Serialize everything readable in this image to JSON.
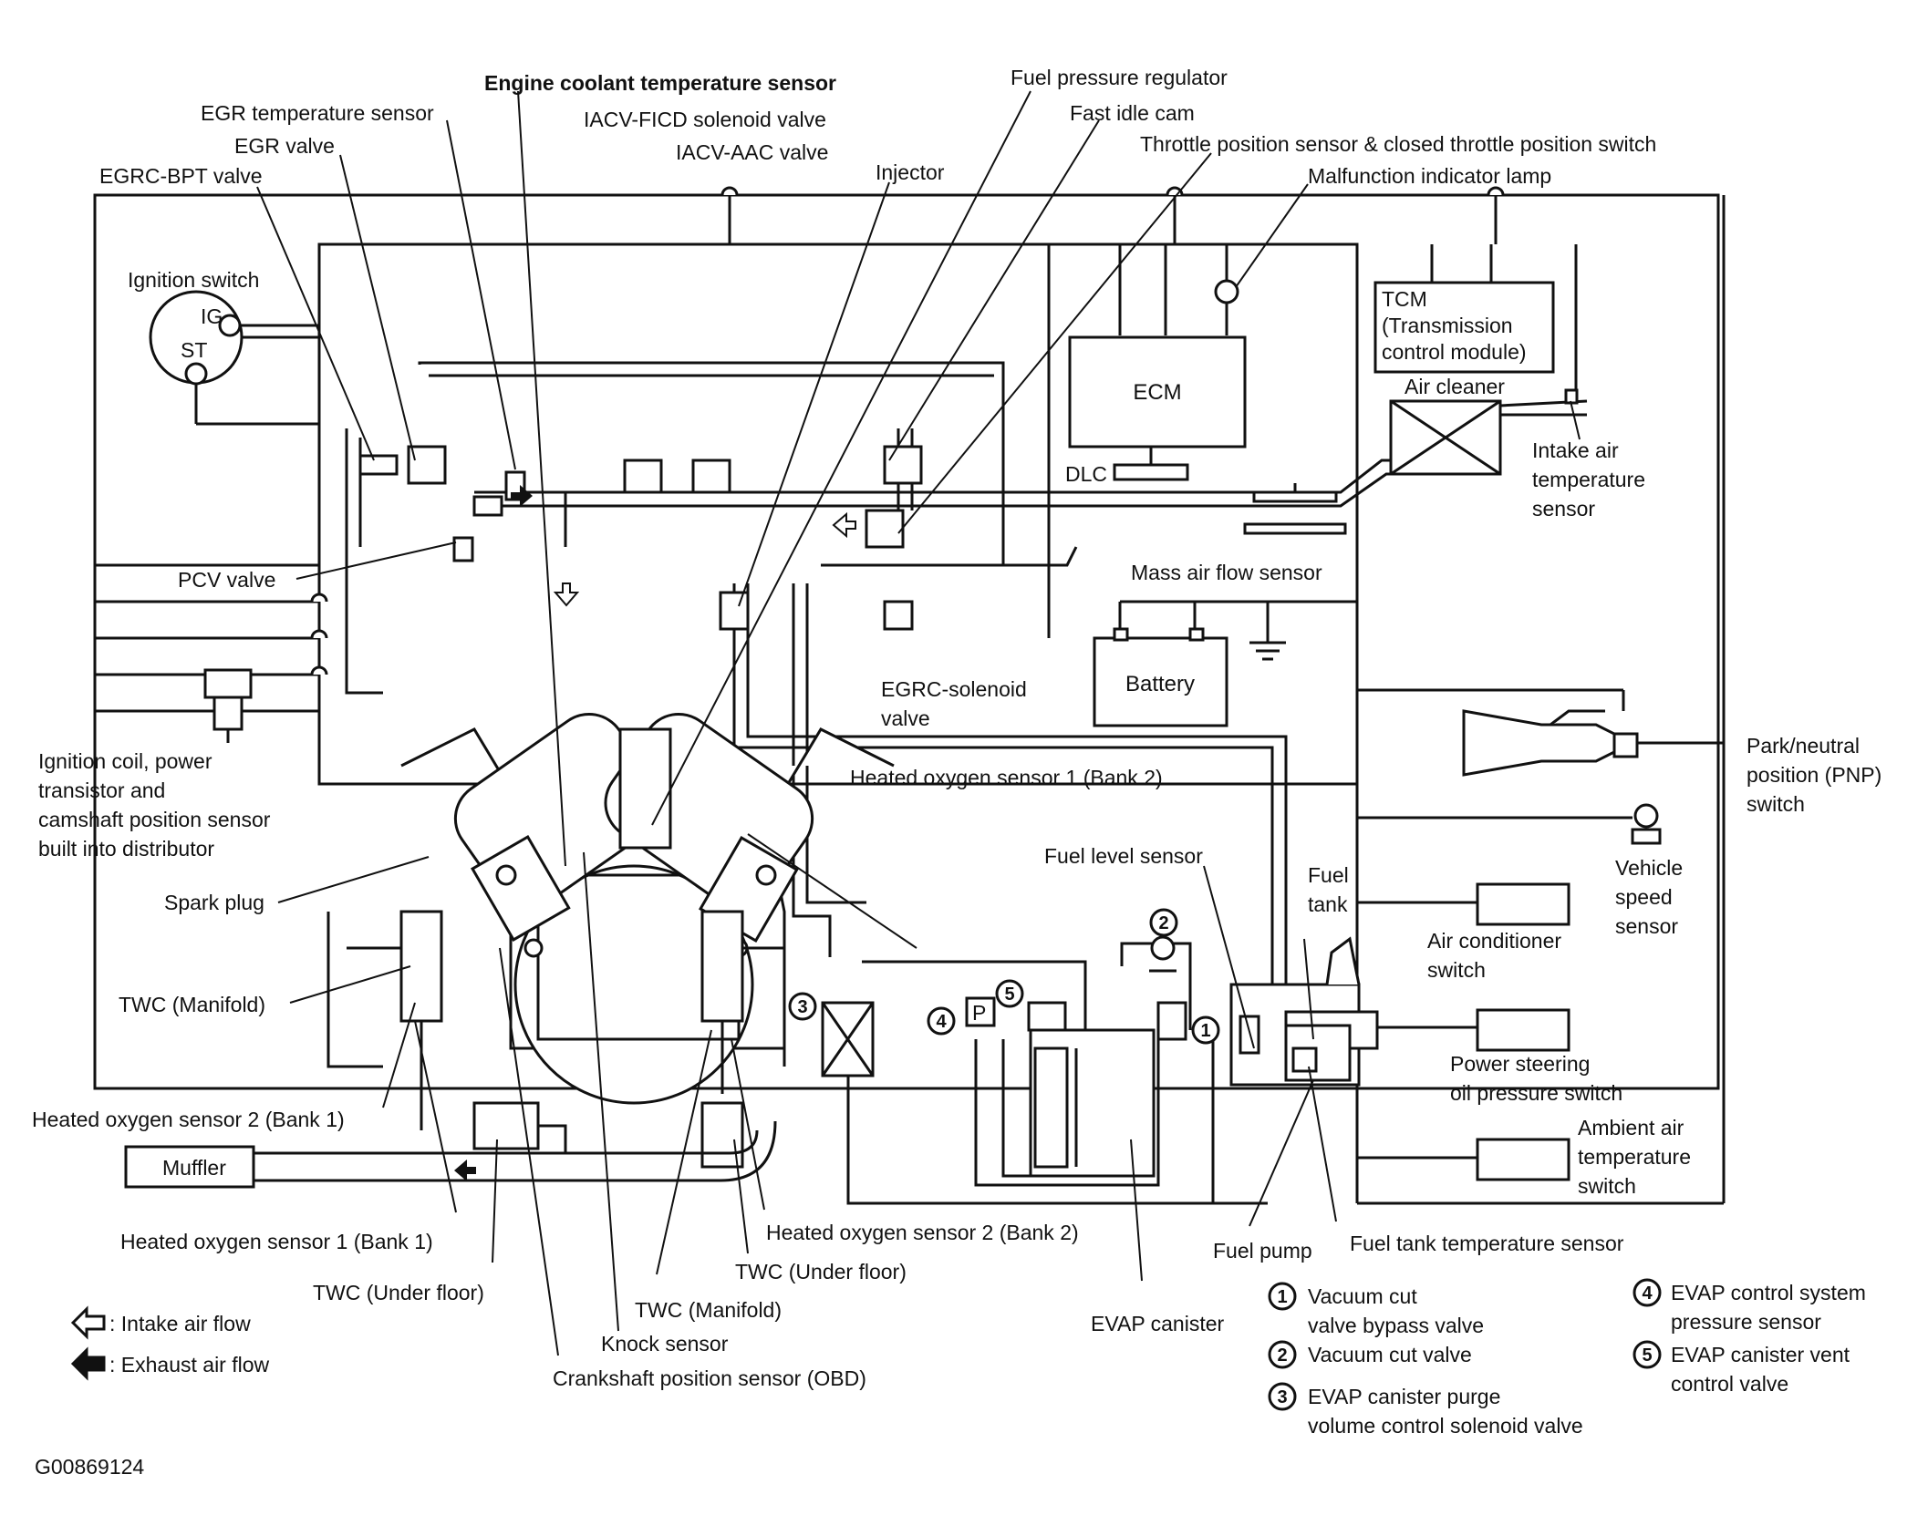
{
  "labels": {
    "engine_coolant_temperature_sensor": "Engine coolant temperature sensor",
    "fuel_pressure_regulator": "Fuel pressure regulator",
    "egr_temperature_sensor": "EGR temperature sensor",
    "iacv_ficd_solenoid_valve": "IACV-FICD solenoid valve",
    "fast_idle_cam": "Fast idle cam",
    "egr_valve": "EGR valve",
    "iacv_aac_valve": "IACV-AAC valve",
    "throttle_position_sensor": "Throttle position sensor & closed throttle position switch",
    "egrc_bpt_valve": "EGRC-BPT valve",
    "injector": "Injector",
    "malfunction_indicator_lamp": "Malfunction indicator lamp",
    "ignition_switch": "Ignition switch",
    "ig": "IG",
    "st": "ST",
    "tcm": [
      "TCM",
      "(Transmission",
      "control module)"
    ],
    "ecm": "ECM",
    "dlc": "DLC",
    "air_cleaner": "Air cleaner",
    "intake_air_temperature_sensor": [
      "Intake air",
      "temperature",
      "sensor"
    ],
    "pcv_valve": "PCV valve",
    "mass_air_flow_sensor": "Mass air flow sensor",
    "battery": "Battery",
    "egrc_solenoid_valve": [
      "EGRC-solenoid",
      "valve"
    ],
    "park_neutral_position_switch": [
      "Park/neutral",
      "position (PNP)",
      "switch"
    ],
    "ignition_coil": [
      "Ignition coil, power",
      "transistor and",
      "camshaft position sensor",
      "built into distributor"
    ],
    "heated_oxygen_sensor_1_bank_2": "Heated oxygen sensor 1 (Bank 2)",
    "vehicle_speed_sensor": [
      "Vehicle",
      "speed",
      "sensor"
    ],
    "fuel_level_sensor": "Fuel level sensor",
    "fuel_tank": [
      "Fuel",
      "tank"
    ],
    "spark_plug": "Spark plug",
    "air_conditioner_switch": [
      "Air conditioner",
      "switch"
    ],
    "twc_manifold_left": "TWC (Manifold)",
    "power_steering_oil_pressure_switch": [
      "Power steering",
      "oil pressure switch"
    ],
    "heated_oxygen_sensor_2_bank_1": "Heated oxygen sensor 2 (Bank 1)",
    "ambient_air_temperature_switch": [
      "Ambient air",
      "temperature",
      "switch"
    ],
    "muffler": "Muffler",
    "heated_oxygen_sensor_1_bank_1": "Heated oxygen sensor 1 (Bank 1)",
    "heated_oxygen_sensor_2_bank_2": "Heated oxygen sensor 2 (Bank 2)",
    "fuel_pump": "Fuel pump",
    "fuel_tank_temperature_sensor": "Fuel tank temperature sensor",
    "twc_under_floor_right": "TWC (Under floor)",
    "twc_under_floor_left": "TWC (Under floor)",
    "twc_manifold_right": "TWC (Manifold)",
    "evap_canister": "EVAP canister",
    "knock_sensor": "Knock sensor",
    "crankshaft_position_sensor": "Crankshaft position sensor (OBD)",
    "p_symbol": "P"
  },
  "legend_flow": {
    "intake": ": Intake air flow",
    "exhaust": ": Exhaust air flow"
  },
  "legend_numbers": [
    {
      "num": "1",
      "lines": [
        "Vacuum cut",
        "valve bypass valve"
      ]
    },
    {
      "num": "2",
      "lines": [
        "Vacuum cut valve"
      ]
    },
    {
      "num": "3",
      "lines": [
        "EVAP canister purge",
        "volume control solenoid valve"
      ]
    },
    {
      "num": "4",
      "lines": [
        "EVAP control system",
        "pressure sensor"
      ]
    },
    {
      "num": "5",
      "lines": [
        "EVAP canister vent",
        "control valve"
      ]
    }
  ],
  "figure_id": "G00869124"
}
